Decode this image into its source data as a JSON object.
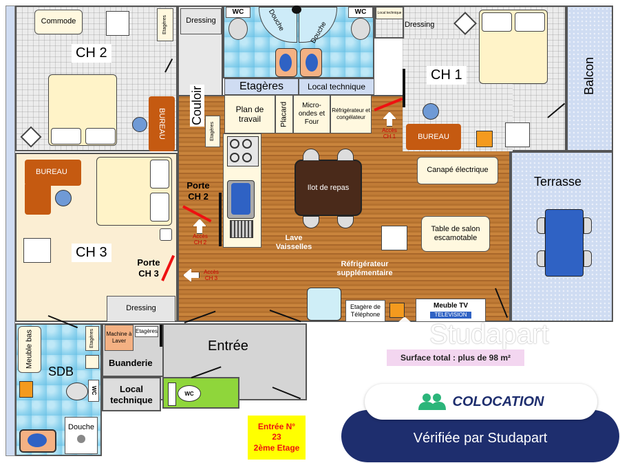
{
  "rooms": {
    "ch2": "CH 2",
    "ch3": "CH 3",
    "ch1": "CH 1",
    "couloir": "Couloir",
    "balcon": "Balcon",
    "terrasse": "Terrasse",
    "entree": "Entrée",
    "sdb": "SDB",
    "buanderie": "Buanderie"
  },
  "labels": {
    "commode": "Commode",
    "etageres_v": "Etagères",
    "dressing_top_left": "Dressing",
    "dressing_top_right": "Dressing",
    "dressing_ch3": "Dressing",
    "wc": "WC",
    "douche": "Douche",
    "local_technique_small": "Local technique",
    "bureau": "BUREAU",
    "etageres_kitchen": "Etagères",
    "local_technique_kitchen": "Local technique",
    "plan_de_travail": "Plan de travail",
    "placard": "Placard",
    "micro_ondes": "Micro-ondes et Four",
    "refrigerateur_congelateur": "Réfrigérateur et congélateur",
    "acces_ch1": "Accès CH 1",
    "acces_ch2": "Accès CH 2",
    "acces_ch3": "Accès CH 3",
    "porte_ch2": "Porte CH 2",
    "porte_ch3": "Porte CH 3",
    "ilot_de_repas": "Ilot de repas",
    "lave_vaisselles": "Lave Vaisselles",
    "canape": "Canapé électrique",
    "table_salon": "Table de salon escamotable",
    "refrigerateur_supp": "Réfrigérateur supplémentaire",
    "etagere_telephone": "Etagère de Téléphone",
    "meuble_tv": "Meuble TV",
    "television": "TELEVISION",
    "machine_a_laver": "Machine à Laver",
    "meuble_bas": "Meuble bas",
    "local_technique_bottom": "Local technique",
    "douche_sdb": "Douche",
    "entree_number": "Entrée N° 23",
    "etage": "2ème Etage"
  },
  "branding": {
    "logo_text": "Studapart",
    "surface": "Surface total : plus de 98 m²",
    "colocation": "COLOCATION",
    "verifiee": "Vérifiée par Studapart"
  },
  "colors": {
    "bureau": "#c55a11",
    "accent_green": "#2bb57a",
    "badge_navy": "#1e2e6e",
    "red": "#e11111"
  }
}
